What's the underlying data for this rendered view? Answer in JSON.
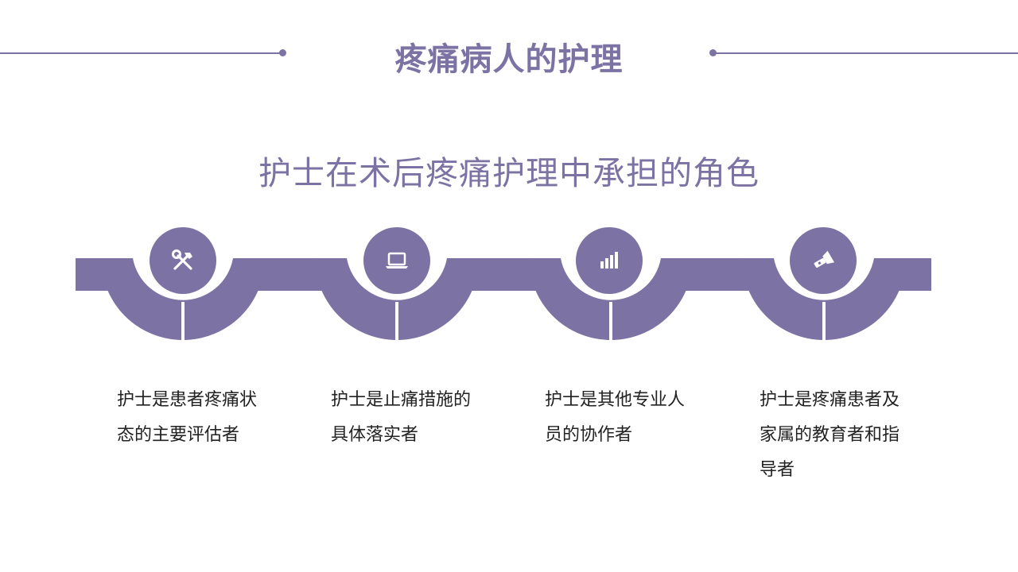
{
  "title": "疼痛病人的护理",
  "subtitle": "护士在术后疼痛护理中承担的角色",
  "colors": {
    "accent": "#7c72a3",
    "text": "#222222",
    "background": "#ffffff"
  },
  "roles": [
    {
      "icon": "tools-icon",
      "text": "护士是患者疼痛状态的主要评估者"
    },
    {
      "icon": "laptop-icon",
      "text": "护士是止痛措施的具体落实者"
    },
    {
      "icon": "bar-chart-icon",
      "text": "护士是其他专业人员的协作者"
    },
    {
      "icon": "flashlight-icon",
      "text": "护士是疼痛患者及家属的教育者和指导者"
    }
  ]
}
